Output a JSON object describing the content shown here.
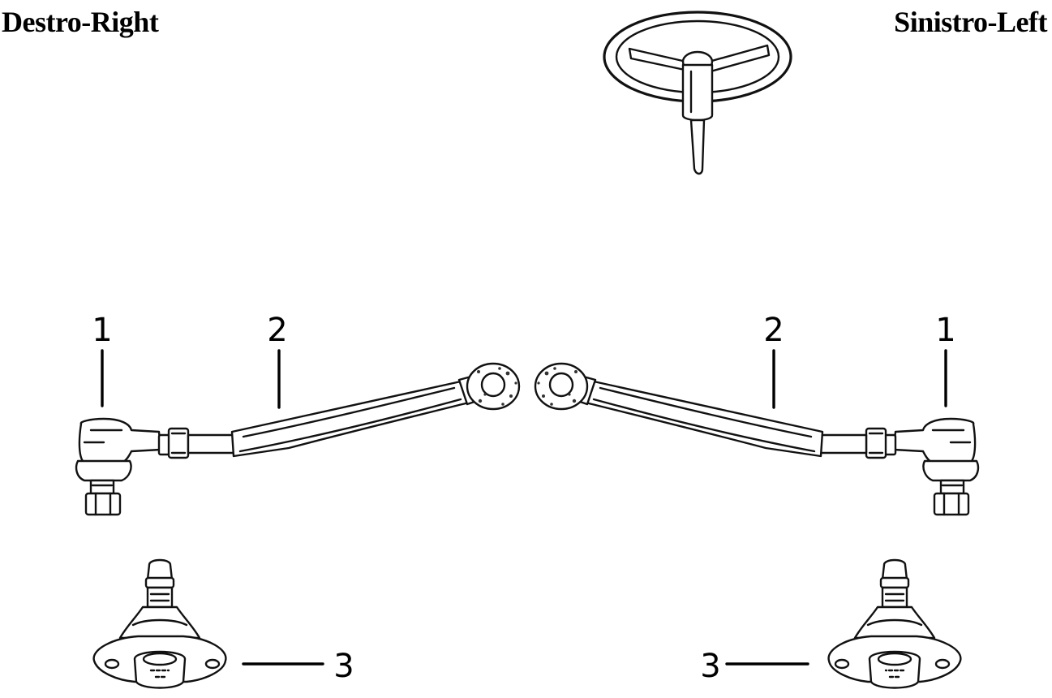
{
  "labels": {
    "right_side": "Destro-Right",
    "left_side": "Sinistro-Left"
  },
  "callouts": {
    "left_group": {
      "item1": "1",
      "item2": "2",
      "item3": "3"
    },
    "right_group": {
      "item1": "1",
      "item2": "2",
      "item3": "3"
    }
  }
}
